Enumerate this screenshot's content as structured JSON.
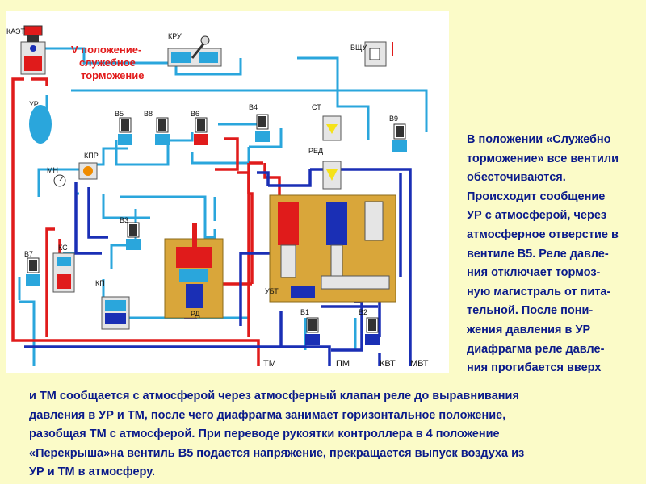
{
  "diagram": {
    "title_lines": [
      "V положение-",
      "служебное",
      "торможение"
    ],
    "labels": {
      "kaet": "КАЭТ",
      "kru": "КРУ",
      "vschu": "ВЩУ",
      "ur": "УР",
      "kpr": "КПР",
      "mn": "МН",
      "v5": "В5",
      "v8": "В8",
      "v6": "В6",
      "v4": "В4",
      "st": "СТ",
      "red": "РЕД",
      "v9": "В9",
      "v7": "В7",
      "ks": "КС",
      "v3": "В3",
      "kp": "КП",
      "rd": "РД",
      "ubt": "УБТ",
      "v1": "В1",
      "v2": "В2",
      "tm": "ТМ",
      "pm": "ПМ",
      "kvt": "КВТ",
      "mvt": "МВТ"
    },
    "colors": {
      "brake_line": "#e01b1b",
      "supply_line": "#1a2fb5",
      "control_line": "#2aa6dc",
      "body_fill": "#d9a63a",
      "valve_yellow": "#f5e21a"
    }
  },
  "side_text": [
    "В положении «Служебно",
    "торможение» все вентили",
    "обесточиваются.",
    "Происходит сообщение",
    "УР с атмосферой, через",
    "атмосферное отверстие в",
    "вентиле В5. Реле давле-",
    "ния отключает тормоз-",
    "ную магистраль от пита-",
    "тельной. После пони-",
    "жения давления в  УР",
    "диафрагма реле давле-",
    "ния прогибается вверх"
  ],
  "bottom_text": [
    "и ТМ сообщается с атмосферой через атмосферный клапан реле  до выравнивания",
    "давления в УР и ТМ, после чего диафрагма  занимает горизонтальное положение,",
    "разобщая ТМ с атмосферой. При переводе рукоятки контроллера в 4 положение",
    "«Перекрыша»на вентиль В5 подается напряжение, прекращается выпуск воздуха из",
    "УР и ТМ в атмосферу."
  ]
}
